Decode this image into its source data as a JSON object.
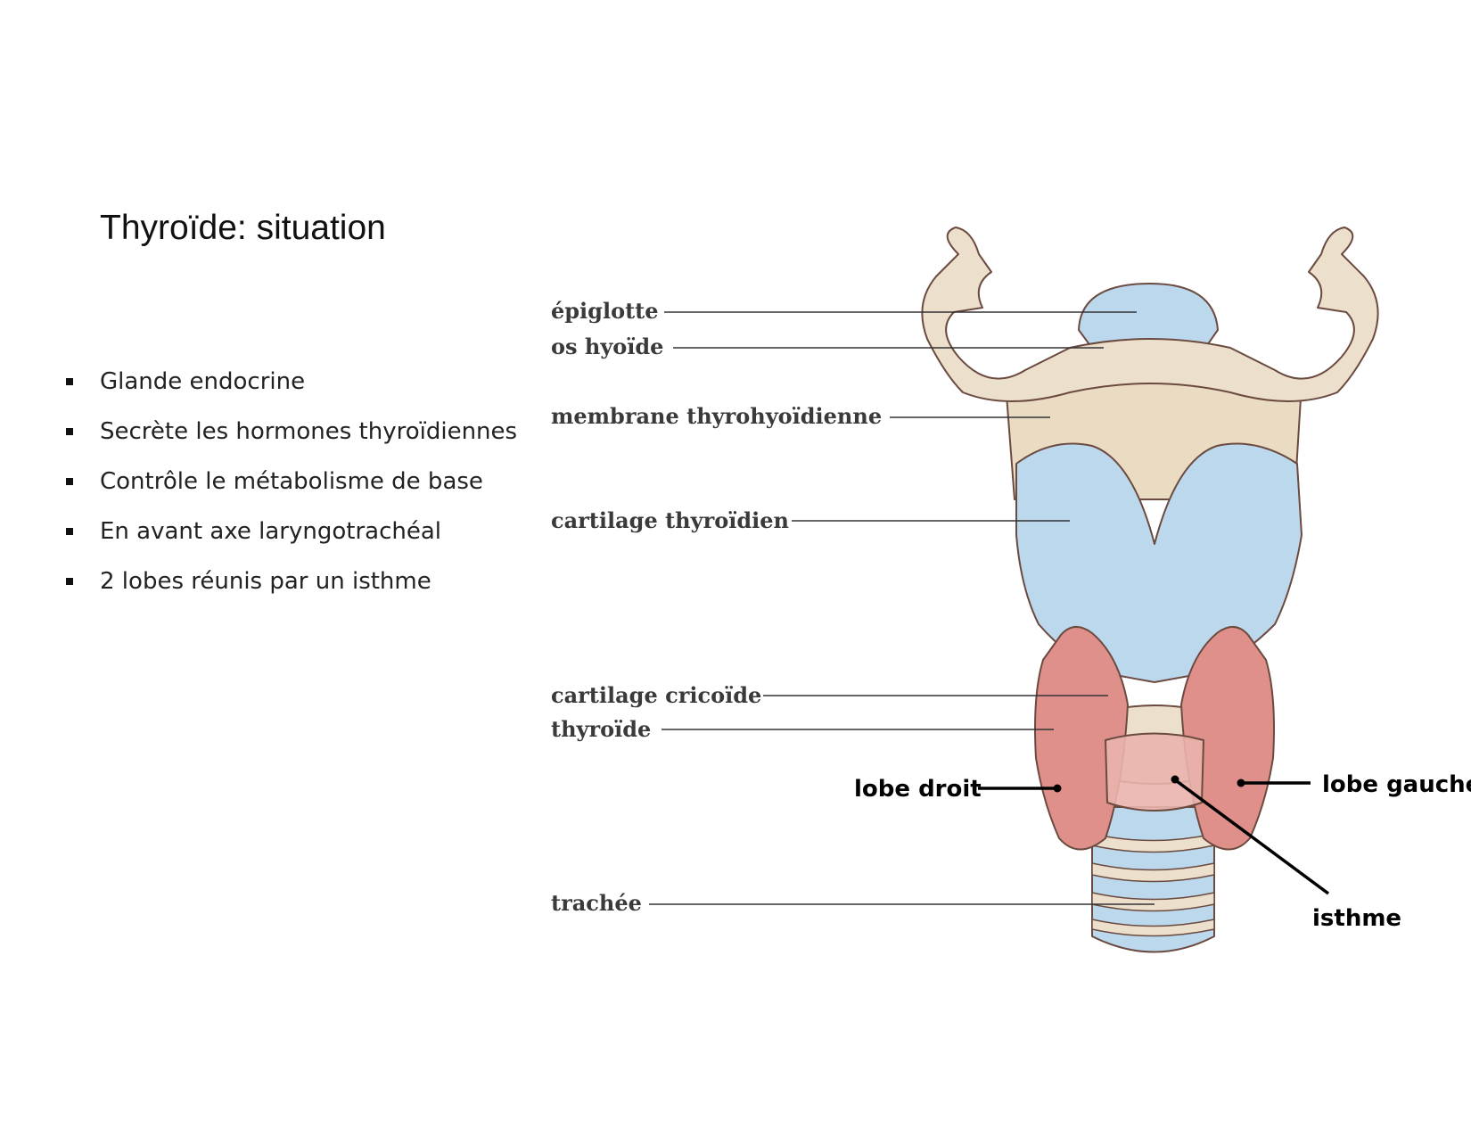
{
  "slide": {
    "title": "Thyroïde: situation",
    "bullets": [
      "Glande endocrine",
      "Secrète les hormones thyroïdiennes",
      "Contrôle le métabolisme de base",
      "En avant axe laryngotrachéal",
      "2 lobes réunis par un isthme"
    ]
  },
  "figure": {
    "labels": {
      "epiglotte": "épiglotte",
      "os_hyoide": "os hyoïde",
      "membrane": "membrane thyrohyoïdienne",
      "cartilage_thyroidien": "cartilage thyroïdien",
      "cartilage_cricoide": "cartilage cricoïde",
      "thyroide": "thyroïde",
      "trachee": "trachée"
    },
    "annotations": {
      "lobe_droit": "lobe droit",
      "lobe_gauche": "lobe gauche",
      "isthme": "isthme"
    },
    "colors": {
      "bone": "#ece0cc",
      "cartilage": "#bcd8ec",
      "thyroid": "#e0908a",
      "outline": "#6b4a40"
    }
  }
}
